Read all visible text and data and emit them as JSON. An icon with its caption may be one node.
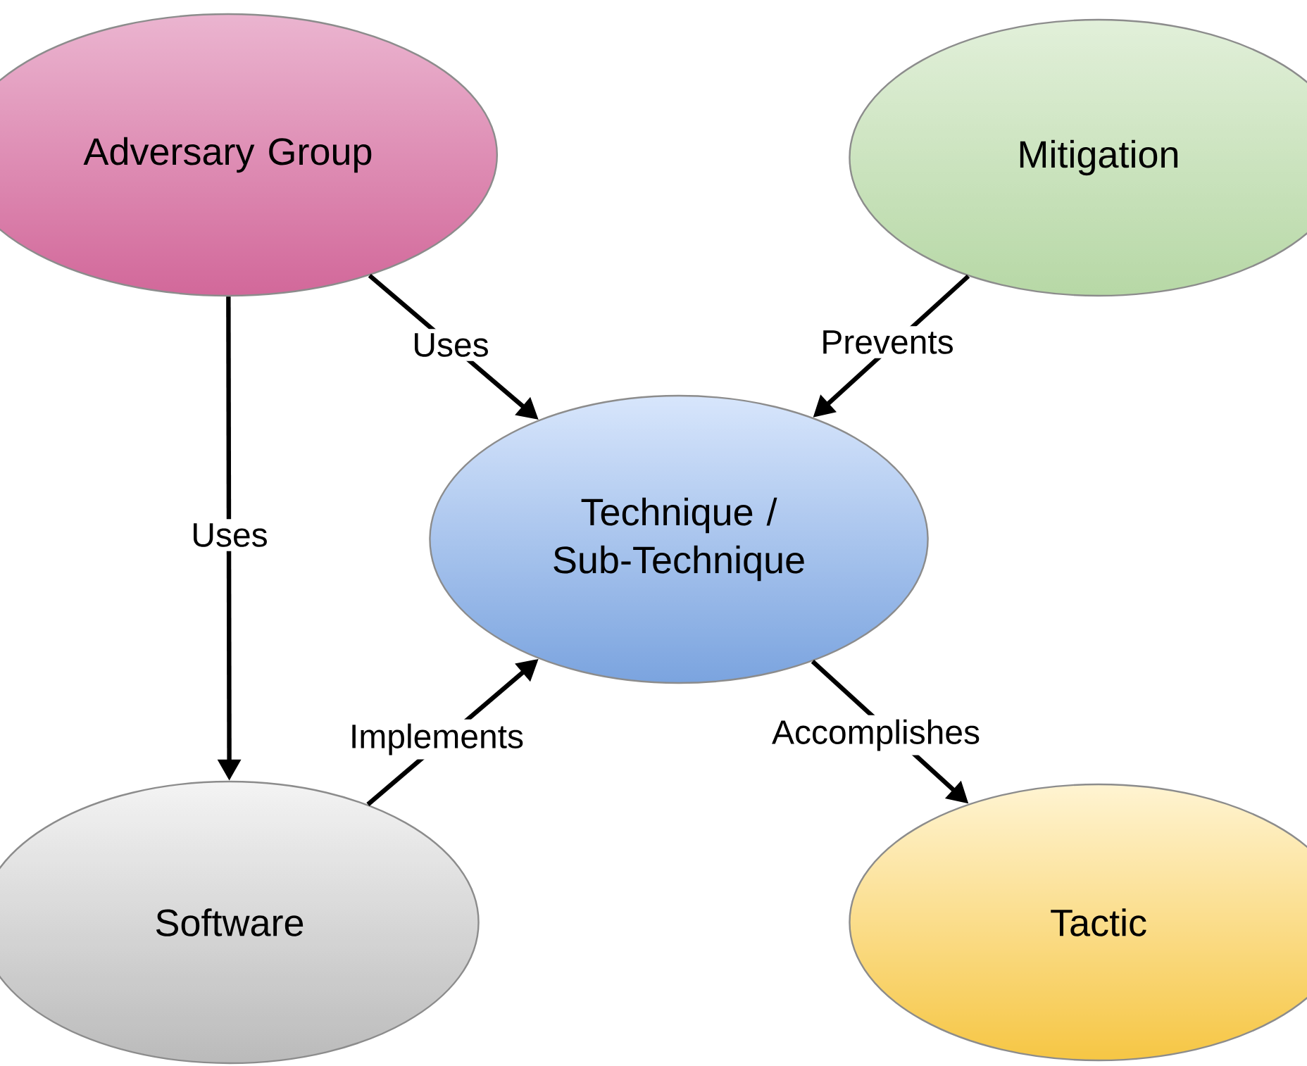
{
  "diagram": {
    "nodes": [
      {
        "text": [
          "Adversary Group"
        ]
      },
      {
        "text": [
          "Mitigation"
        ]
      },
      {
        "text": [
          "Technique / Sub-Technique"
        ]
      },
      {
        "text": [
          "Software"
        ]
      },
      {
        "text": [
          "Tactic"
        ]
      }
    ],
    "edges": [
      {
        "from": 0,
        "to": 2,
        "arrow": "to",
        "label": "Uses"
      },
      {
        "from": 1,
        "to": 2,
        "arrow": "to",
        "label": "Prevents"
      },
      {
        "from": 0,
        "to": 3,
        "arrow": "to",
        "label": "Uses"
      },
      {
        "from": 3,
        "to": 2,
        "arrow": "to",
        "label": "Implements"
      },
      {
        "from": 2,
        "to": 4,
        "arrow": "to",
        "label": "Accomplishes"
      }
    ]
  }
}
